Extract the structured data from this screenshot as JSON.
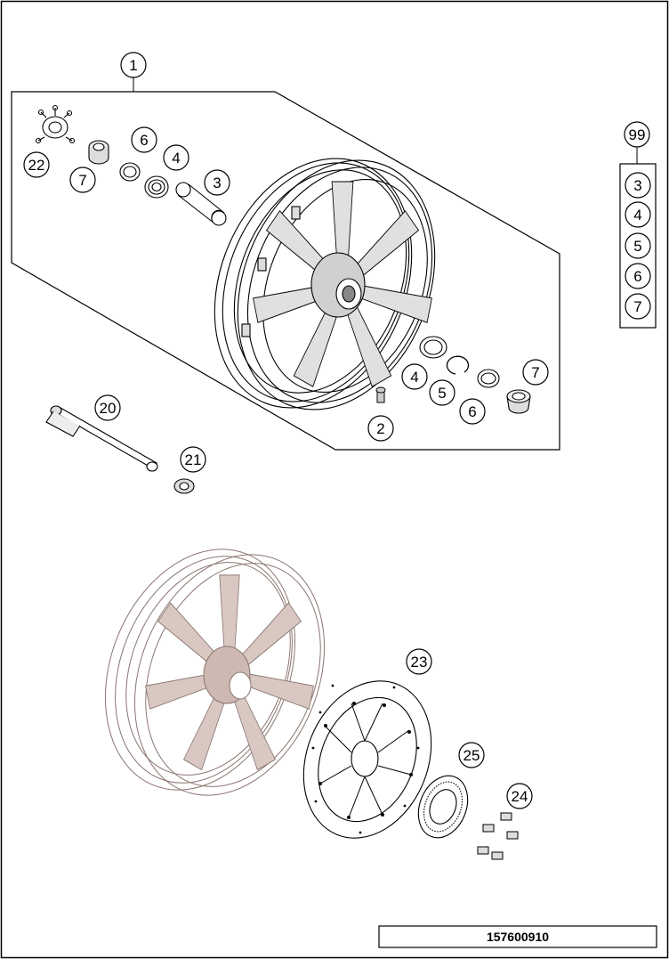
{
  "diagram_id": "157600910",
  "callouts": [
    {
      "key": "c1",
      "label": "1"
    },
    {
      "key": "c22",
      "label": "22"
    },
    {
      "key": "c7a",
      "label": "7"
    },
    {
      "key": "c6a",
      "label": "6"
    },
    {
      "key": "c4a",
      "label": "4"
    },
    {
      "key": "c3",
      "label": "3"
    },
    {
      "key": "c99",
      "label": "99"
    },
    {
      "key": "c4b",
      "label": "4"
    },
    {
      "key": "c5",
      "label": "5"
    },
    {
      "key": "c6b",
      "label": "6"
    },
    {
      "key": "c7b",
      "label": "7"
    },
    {
      "key": "c2",
      "label": "2"
    },
    {
      "key": "c20",
      "label": "20"
    },
    {
      "key": "c21",
      "label": "21"
    },
    {
      "key": "c23",
      "label": "23"
    },
    {
      "key": "c25",
      "label": "25"
    },
    {
      "key": "c24",
      "label": "24"
    }
  ],
  "kit_99_items": [
    "3",
    "4",
    "5",
    "6",
    "7"
  ],
  "colors": {
    "line": "#000000",
    "faded_wheel": "#8a7570"
  }
}
